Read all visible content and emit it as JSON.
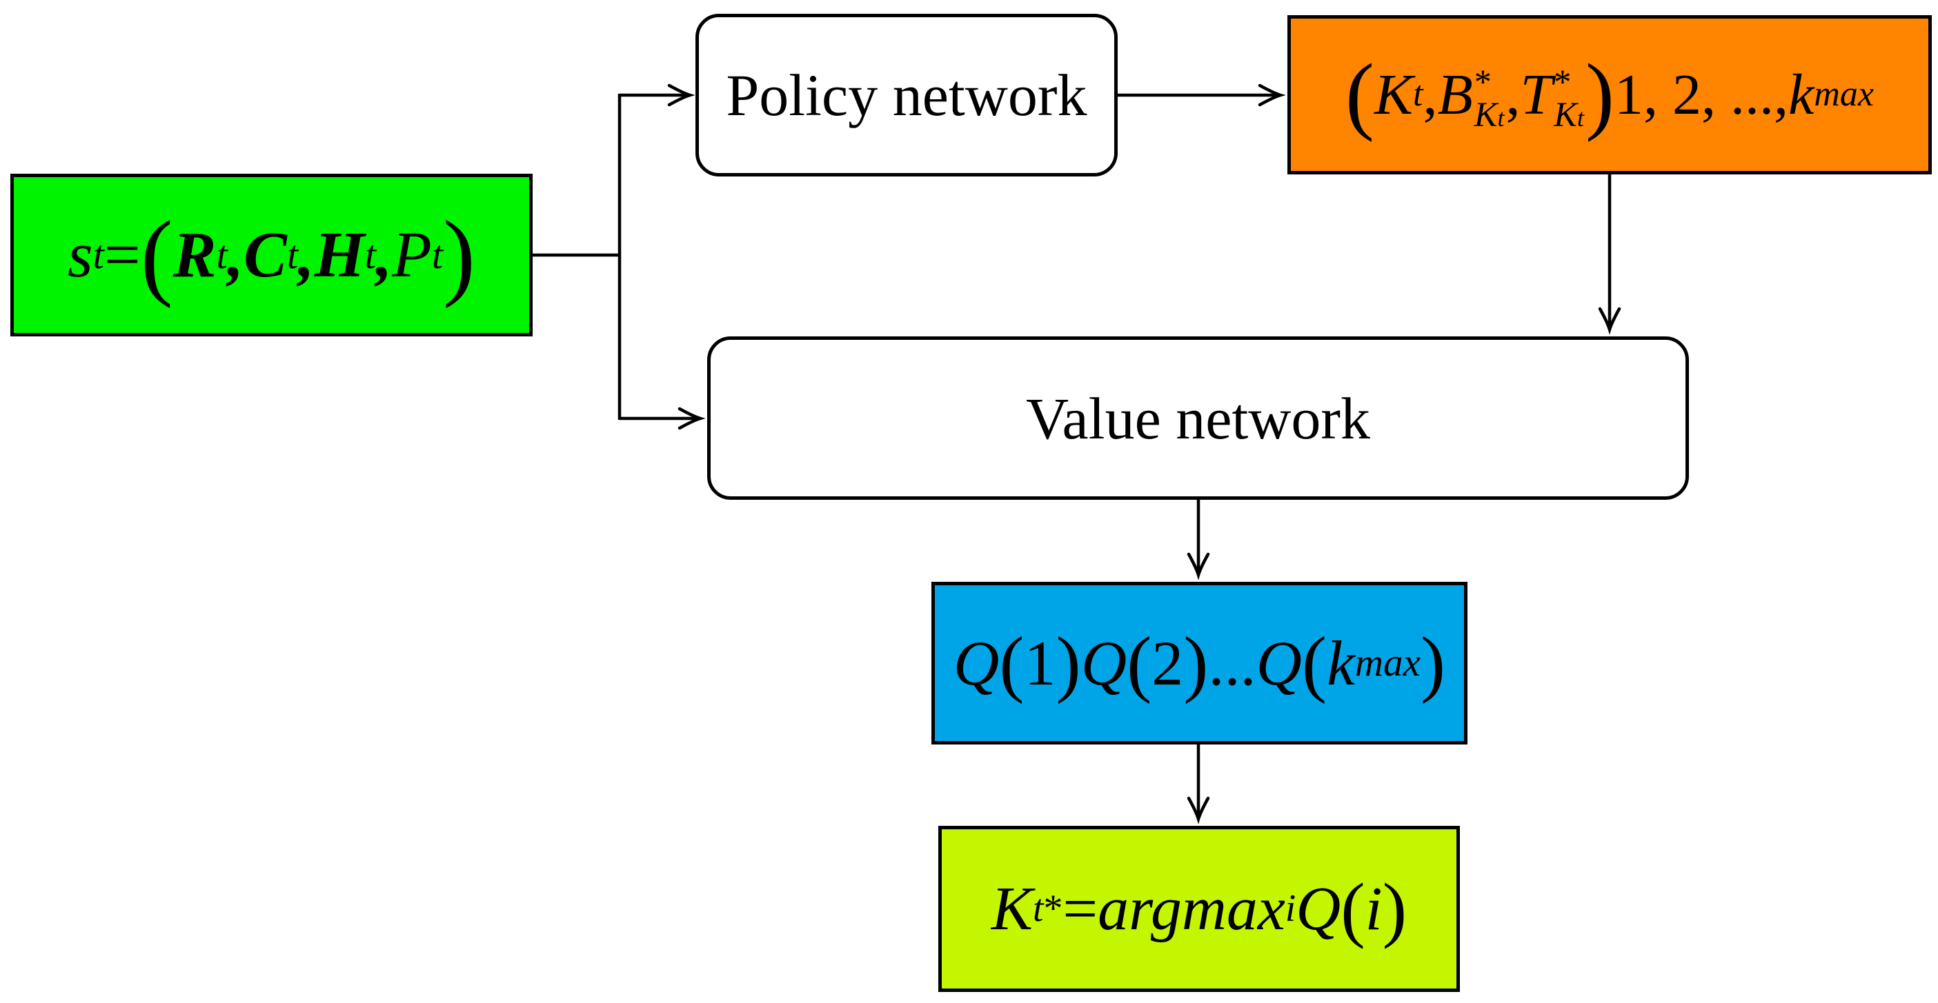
{
  "colors": {
    "background": "#ffffff",
    "line": "#000000",
    "box_border": "#000000",
    "state_fill": "#00f400",
    "actions_fill": "#ff8400",
    "network_fill": "#ffffff",
    "q_fill": "#00a5e8",
    "argmax_fill": "#c4f602"
  },
  "nodes": {
    "state": {
      "text": "s_t = (R_t, C_t, H_t, P_t)",
      "fill": "#00f400",
      "tokens": [
        {
          "t": "s",
          "k": "i"
        },
        {
          "t": "t",
          "k": "sub"
        },
        {
          "t": " = ",
          "k": "n"
        },
        {
          "t": "(",
          "k": "paren"
        },
        {
          "t": "R",
          "k": "bi"
        },
        {
          "t": "t",
          "k": "sub"
        },
        {
          "t": ", ",
          "k": "bi"
        },
        {
          "t": "C",
          "k": "bi"
        },
        {
          "t": "t",
          "k": "sub"
        },
        {
          "t": ", ",
          "k": "bi"
        },
        {
          "t": "H",
          "k": "bi"
        },
        {
          "t": "t",
          "k": "sub"
        },
        {
          "t": ", ",
          "k": "bi"
        },
        {
          "t": "P",
          "k": "i"
        },
        {
          "t": "t",
          "k": "sub"
        },
        {
          "t": ")",
          "k": "paren"
        }
      ]
    },
    "policy": {
      "label": "Policy network",
      "fill": "#ffffff"
    },
    "actions": {
      "text": "(K_t, B*_Kt, T*_Kt)1, 2, ..., k_max",
      "fill": "#ff8400",
      "tokens": [
        {
          "t": "(",
          "k": "paren"
        },
        {
          "t": "K",
          "k": "i"
        },
        {
          "t": "t",
          "k": "sub"
        },
        {
          "t": ", ",
          "k": "n"
        },
        {
          "t": "B",
          "k": "i"
        },
        {
          "k": "stack",
          "top": "*",
          "bot": "K",
          "botsub": "t"
        },
        {
          "t": ", ",
          "k": "n"
        },
        {
          "t": "T",
          "k": "i"
        },
        {
          "k": "stack",
          "top": "*",
          "bot": "K",
          "botsub": "t"
        },
        {
          "t": ")",
          "k": "paren"
        },
        {
          "t": "1, 2, ..., ",
          "k": "n"
        },
        {
          "t": "k",
          "k": "i"
        },
        {
          "t": "max",
          "k": "sub"
        }
      ]
    },
    "value": {
      "label": "Value network",
      "fill": "#ffffff"
    },
    "qvalues": {
      "text": "Q(1)Q(2)...Q(k_max)",
      "fill": "#00a5e8",
      "tokens": [
        {
          "t": "Q",
          "k": "i"
        },
        {
          "t": "(",
          "k": "p2"
        },
        {
          "t": "1",
          "k": "n"
        },
        {
          "t": ")",
          "k": "p2"
        },
        {
          "t": "Q",
          "k": "i"
        },
        {
          "t": "(",
          "k": "p2"
        },
        {
          "t": "2",
          "k": "n"
        },
        {
          "t": ")",
          "k": "p2"
        },
        {
          "t": "...",
          "k": "n"
        },
        {
          "t": "Q",
          "k": "i"
        },
        {
          "t": "(",
          "k": "p2"
        },
        {
          "t": "k",
          "k": "i"
        },
        {
          "t": "max",
          "k": "sub"
        },
        {
          "t": ")",
          "k": "p2"
        }
      ]
    },
    "argmax": {
      "text": "K_t* = argmax_i Q(i)",
      "fill": "#c4f602",
      "tokens": [
        {
          "t": "K",
          "k": "i"
        },
        {
          "t": "t",
          "k": "sub"
        },
        {
          "t": "*",
          "k": "sup"
        },
        {
          "t": " = ",
          "k": "n"
        },
        {
          "t": "argmax",
          "k": "i"
        },
        {
          "t": "i",
          "k": "sub"
        },
        {
          "t": "Q",
          "k": "i"
        },
        {
          "t": "(",
          "k": "p2"
        },
        {
          "t": "i",
          "k": "i"
        },
        {
          "t": ")",
          "k": "p2"
        }
      ]
    }
  },
  "edges": [
    {
      "from": "state",
      "to": "branch-point",
      "arrow": false
    },
    {
      "from": "branch-point",
      "to": "policy",
      "arrow": true
    },
    {
      "from": "branch-point",
      "to": "value",
      "arrow": true
    },
    {
      "from": "policy",
      "to": "actions",
      "arrow": true
    },
    {
      "from": "actions",
      "to": "value",
      "arrow": true
    },
    {
      "from": "value",
      "to": "qvalues",
      "arrow": true
    },
    {
      "from": "qvalues",
      "to": "argmax",
      "arrow": true
    }
  ]
}
